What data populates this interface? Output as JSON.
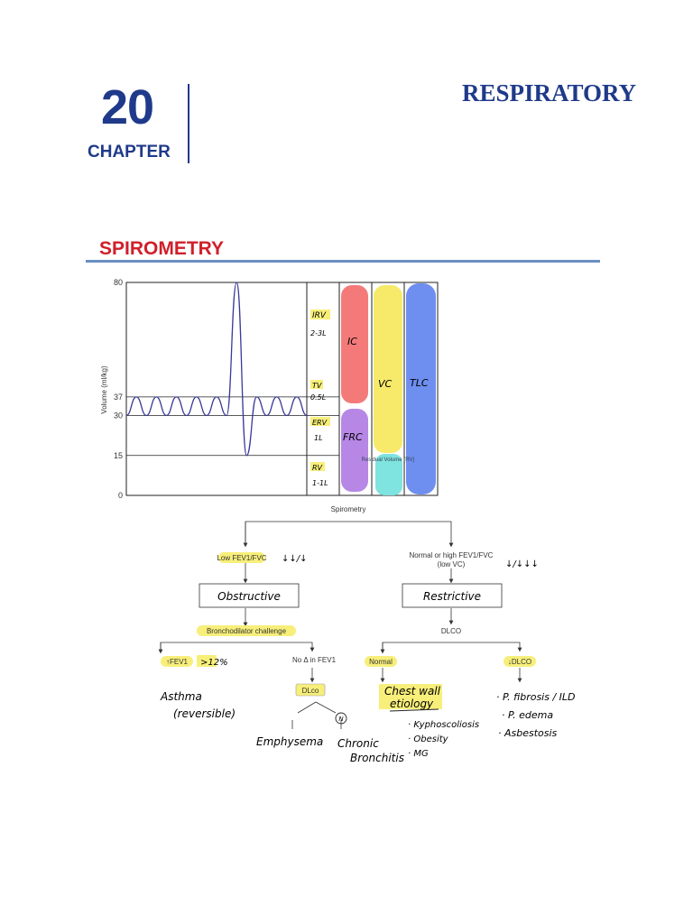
{
  "header": {
    "chapter_number": "20",
    "chapter_label": "CHAPTER",
    "subject": "RESPIRATORY"
  },
  "section": {
    "title": "SPIROMETRY"
  },
  "colors": {
    "heading_blue": "#1f3a8a",
    "section_red": "#d0202a",
    "rule_blue": "#6b8fc6",
    "ic_red": "#f47a7a",
    "frc_purple": "#b787e6",
    "vc_yellow": "#f7e96a",
    "tlc_blue": "#6e8ef0",
    "rv_cyan": "#7fe3df",
    "highlight": "#f7ef7a"
  },
  "chart_data": {
    "type": "line",
    "ylabel": "Volume (ml/kg)",
    "yticks": [
      0,
      15,
      30,
      37,
      80
    ],
    "ylim": [
      0,
      80
    ],
    "series": [
      {
        "values": [
          30,
          37,
          30,
          37,
          30,
          37,
          30,
          37,
          30,
          37,
          30,
          80,
          15,
          37,
          30,
          37,
          30,
          37,
          30
        ]
      }
    ],
    "labels": {
      "irv": "IRV",
      "irv_val": "2-3L",
      "tv": "TV",
      "tv_val": "0.5L",
      "erv": "ERV",
      "erv_val": "1L",
      "rv": "RV",
      "rv_val": "1-1L",
      "ic": "IC",
      "frc": "FRC",
      "vc": "VC",
      "tlc": "TLC",
      "residual_volume": "Residual Volume (RV)"
    }
  },
  "flowchart": {
    "root": "Spirometry",
    "left": {
      "criterion": "Low FEV1/FVC",
      "note": "↓↓/↓",
      "type": "Obstructive",
      "test": "Bronchodilator challenge",
      "left": {
        "criterion": "↑FEV1",
        "note": ">12%",
        "result": [
          "Asthma",
          "(reversible)"
        ]
      },
      "right": {
        "criterion": "No Δ in FEV1",
        "test": "DLco",
        "branch_left": "Emphysema",
        "branch_right": [
          "Chronic",
          "Bronchitis"
        ],
        "circle_mark": "N"
      }
    },
    "right": {
      "criterion": "Normal or high FEV1/FVC",
      "criterion_sub": "(low VC)",
      "note": "↓/↓↓↓",
      "type": "Restrictive",
      "test": "DLCO",
      "left": {
        "criterion": "Normal",
        "result_title": [
          "Chest wall",
          "etiology"
        ],
        "items": [
          "· Kyphoscoliosis",
          "· Obesity",
          "· MG"
        ]
      },
      "right": {
        "criterion": "↓DLCO",
        "items": [
          "· P. fibrosis / ILD",
          "· P. edema",
          "· Asbestosis"
        ]
      }
    }
  }
}
